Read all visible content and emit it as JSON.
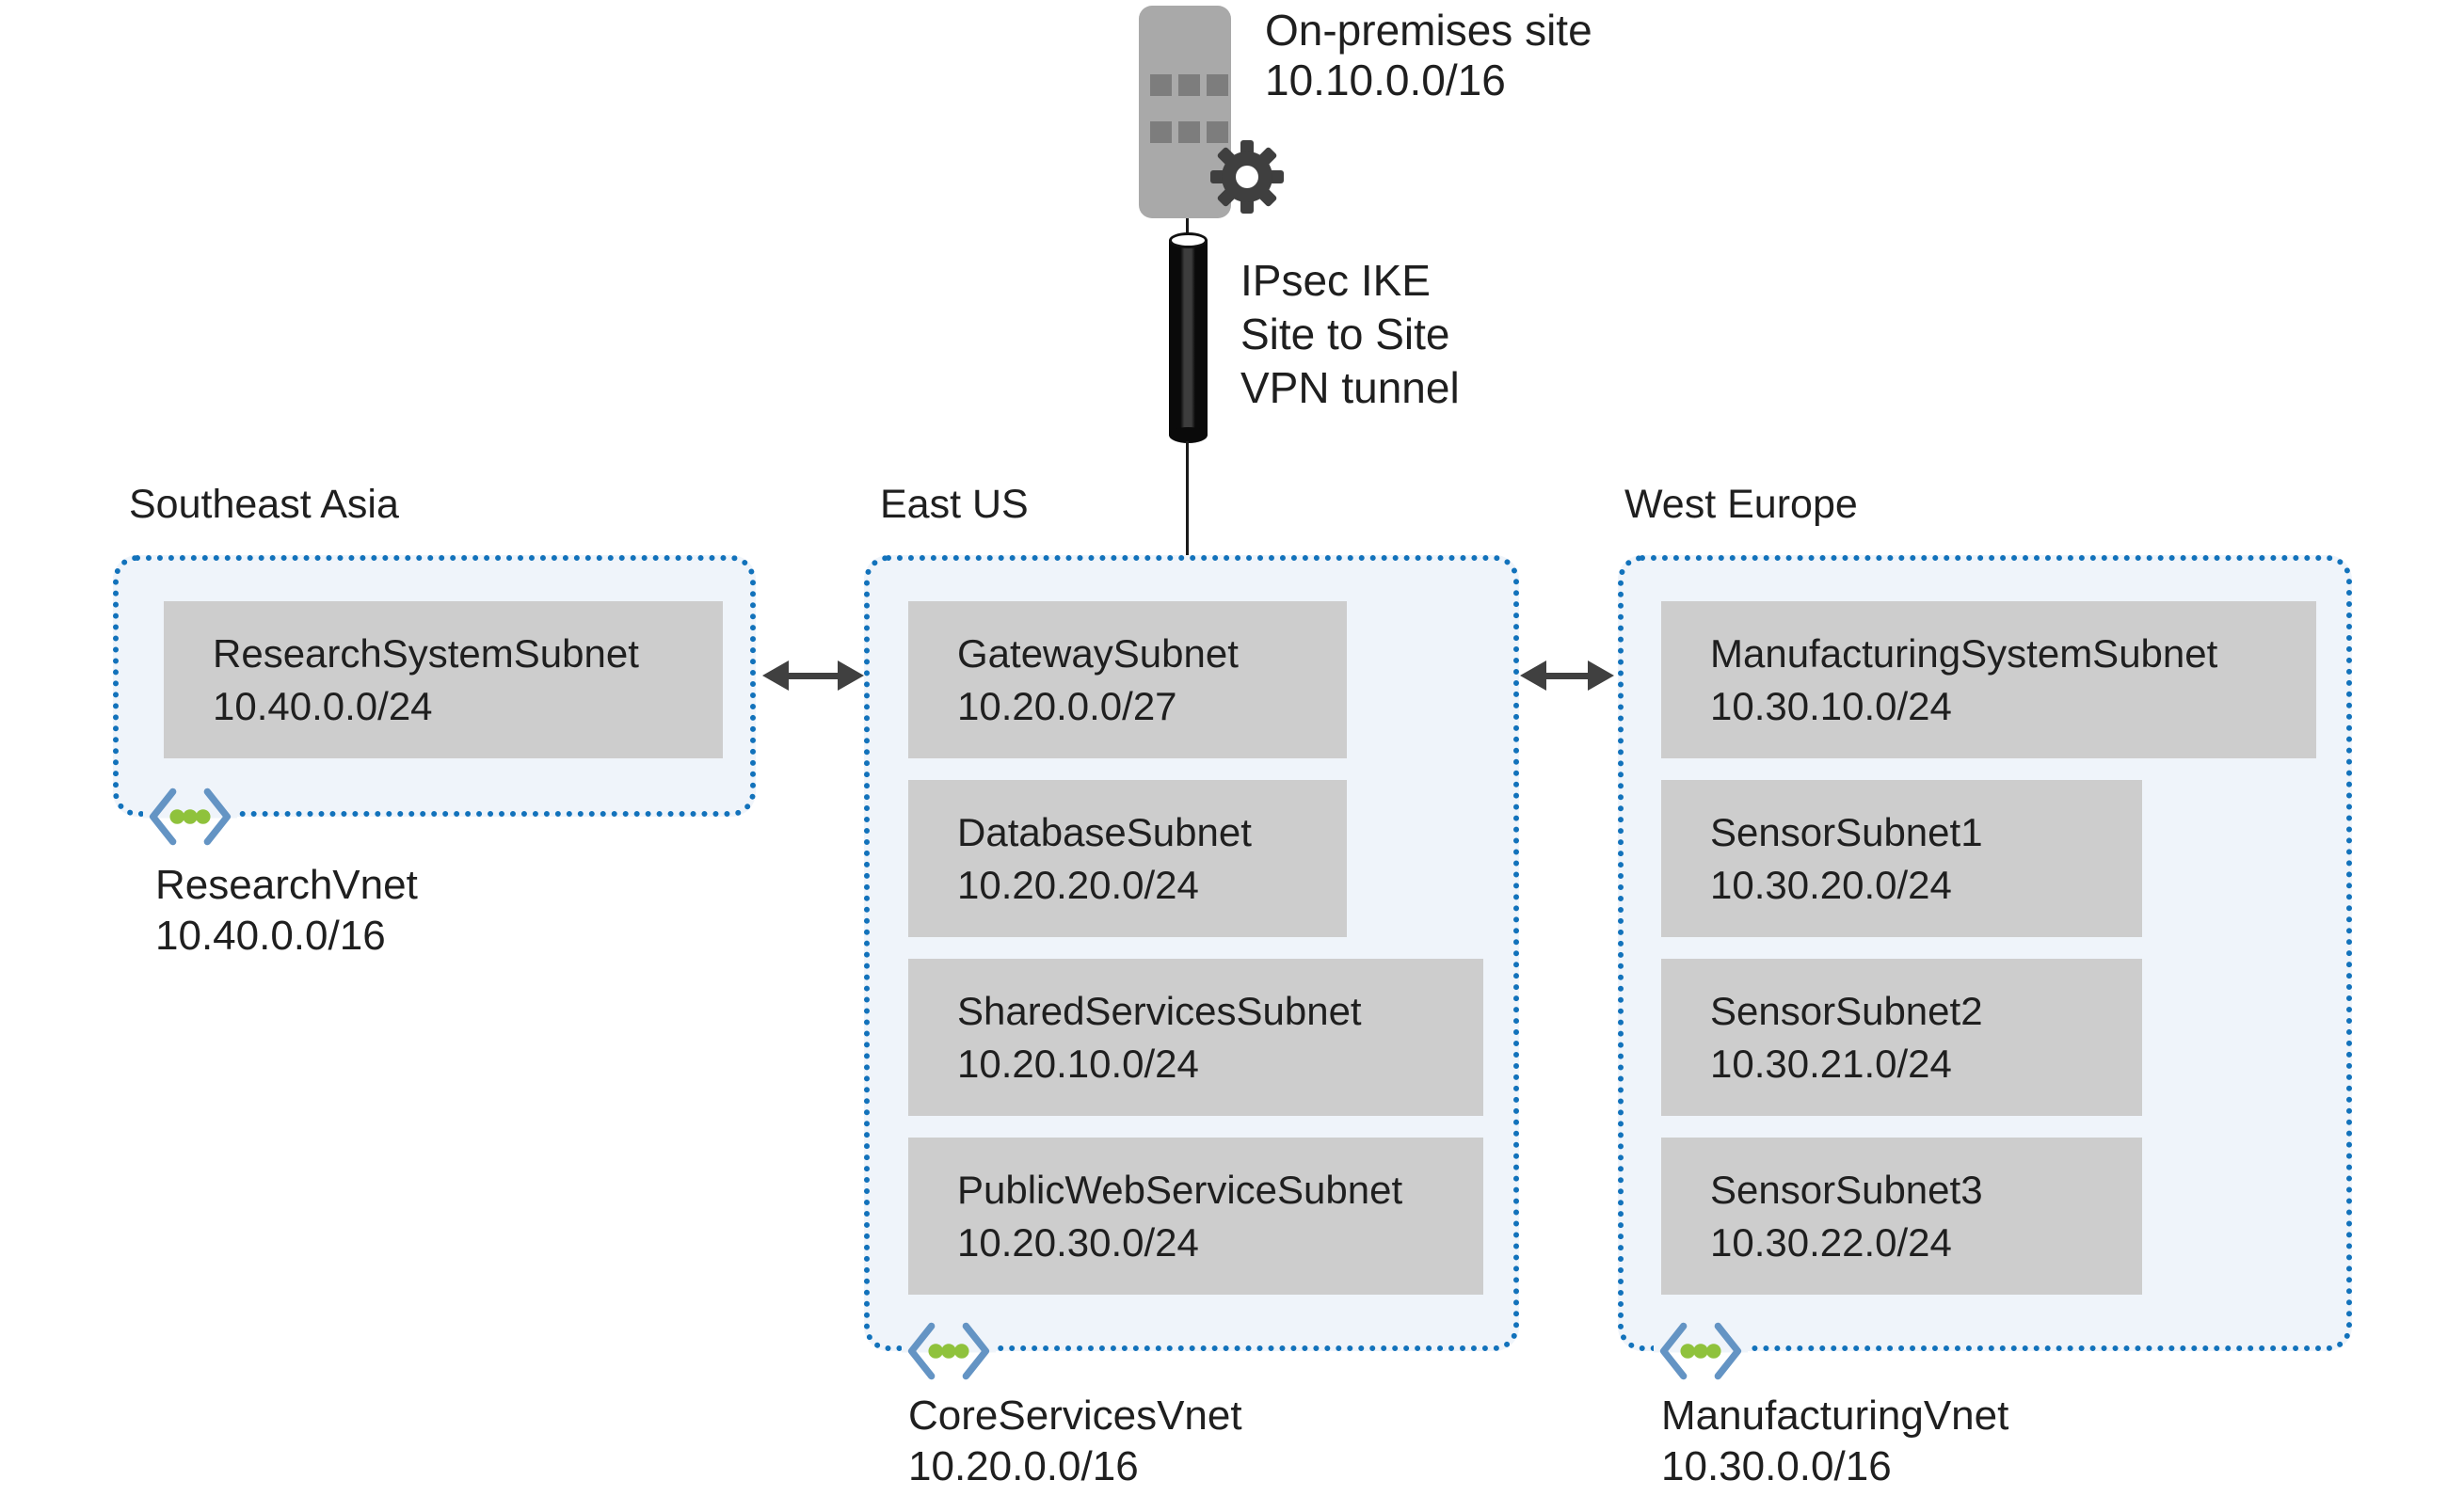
{
  "on_premises": {
    "name": "On-premises site",
    "cidr": "10.10.0.0/16"
  },
  "vpn_tunnel": {
    "lines": [
      "IPsec IKE",
      "Site to Site",
      "VPN tunnel"
    ]
  },
  "regions": [
    {
      "name": "Southeast Asia",
      "vnet": {
        "name": "ResearchVnet",
        "cidr": "10.40.0.0/16"
      },
      "subnets": [
        {
          "name": "ResearchSystemSubnet",
          "cidr": "10.40.0.0/24"
        }
      ]
    },
    {
      "name": "East US",
      "vnet": {
        "name": "CoreServicesVnet",
        "cidr": "10.20.0.0/16"
      },
      "subnets": [
        {
          "name": "GatewaySubnet",
          "cidr": "10.20.0.0/27"
        },
        {
          "name": "DatabaseSubnet",
          "cidr": "10.20.20.0/24"
        },
        {
          "name": "SharedServicesSubnet",
          "cidr": "10.20.10.0/24"
        },
        {
          "name": "PublicWebServiceSubnet",
          "cidr": "10.20.30.0/24"
        }
      ]
    },
    {
      "name": "West Europe",
      "vnet": {
        "name": "ManufacturingVnet",
        "cidr": "10.30.0.0/16"
      },
      "subnets": [
        {
          "name": "ManufacturingSystemSubnet",
          "cidr": "10.30.10.0/24"
        },
        {
          "name": "SensorSubnet1",
          "cidr": "10.30.20.0/24"
        },
        {
          "name": "SensorSubnet2",
          "cidr": "10.30.21.0/24"
        },
        {
          "name": "SensorSubnet3",
          "cidr": "10.30.22.0/24"
        }
      ]
    }
  ],
  "icons": {
    "building": "building-icon",
    "gear": "gear-icon",
    "vpn": "vpn-tunnel-cylinder-icon",
    "vnet": "vnet-icon",
    "peering": "double-arrow-icon"
  },
  "colors": {
    "region_border": "#1272bb",
    "region_fill": "#eff4fa",
    "subnet_fill": "#cdcdcd",
    "text": "#1f1f1f",
    "arrow": "#404040",
    "building": "#a9a9a9",
    "building_window": "#7d7d7d",
    "gear": "#3f3f3f",
    "vnet_bracket": "#6494c4",
    "vnet_dot": "#8fc23c",
    "tunnel": "#0a0a0a"
  }
}
